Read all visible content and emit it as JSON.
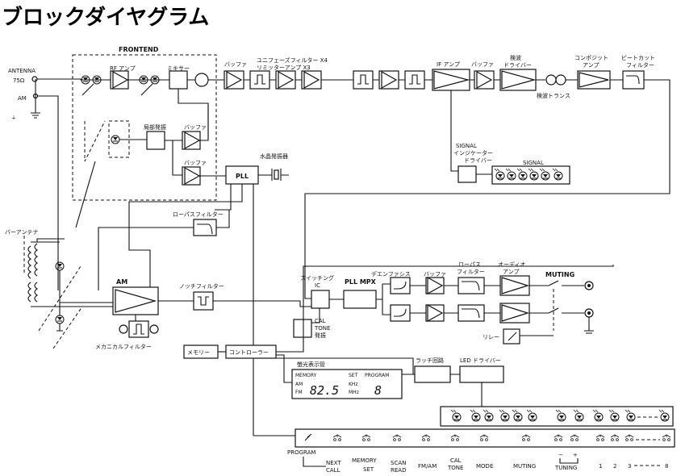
{
  "title": "ブロックダイヤグラム",
  "labels": {
    "frontend": "FRONTEND",
    "antenna": "ANTENNA",
    "ohm": "75Ω",
    "am_in": "AM",
    "rf_amp": "RF アンプ",
    "mixer": "ミキサー",
    "buffer": "バッファ",
    "uniphase": "ユニフェーズフィルター X4",
    "limiter": "リミッターアンプ X3",
    "if_amp": "IF アンプ",
    "det_driver_1": "検波",
    "det_driver_2": "ドライバー",
    "composite_1": "コンポジット",
    "composite_2": "アンプ",
    "beatcut_1": "ビートカット",
    "beatcut_2": "フィルター",
    "det_trans": "検波トランス",
    "local_osc": "局部発振",
    "crystal": "水晶発振器",
    "pll": "PLL",
    "signal_ind_1": "SIGNAL",
    "signal_ind_2": "インジケーター",
    "signal_ind_3": "ドライバー",
    "signal": "SIGNAL",
    "lowpass": "ローパスフィルター",
    "bar_antenna": "バーアンテナ",
    "am_block": "AM",
    "notch": "ノッチフィルター",
    "mech_filter": "メカニカルフィルター",
    "switching_1": "スイッチング",
    "switching_2": "IC",
    "pll_mpx": "PLL MPX",
    "deemphasis": "デエンファシス",
    "lowpass2_1": "ローパス",
    "lowpass2_2": "フィルター",
    "audio_amp_1": "オーディオ",
    "audio_amp_2": "アンプ",
    "muting": "MUTING",
    "cal_1": "CAL",
    "cal_2": "TONE",
    "cal_3": "発振",
    "relay": "リレー",
    "memory": "メモリー",
    "controller": "コントローラー",
    "fluorescent": "螢光表示管",
    "latch": "ラッチ回路",
    "led_driver": "LED ドライバー",
    "program": "PROGRAM"
  },
  "display": {
    "memory": "MEMORY",
    "set": "SET",
    "program": "PROGRAM",
    "am": "AM",
    "fm": "FM",
    "freq": "82.5",
    "khz": "KHz",
    "mhz": "MHz",
    "channel": "8"
  },
  "keys": {
    "next_call_1": "NEXT",
    "next_call_2": "CALL",
    "memory_set_1": "MEMORY",
    "memory_set_2": "SET",
    "scan_read_1": "SCAN",
    "scan_read_2": "READ",
    "fm_am": "FM/AM",
    "cal_tone_1": "CAL",
    "cal_tone_2": "TONE",
    "mode": "MODE",
    "muting": "MUTING",
    "tuning": "TUNING",
    "minus": "−",
    "plus": "+",
    "p1": "1",
    "p2": "2",
    "p3": "3",
    "p8": "8"
  }
}
